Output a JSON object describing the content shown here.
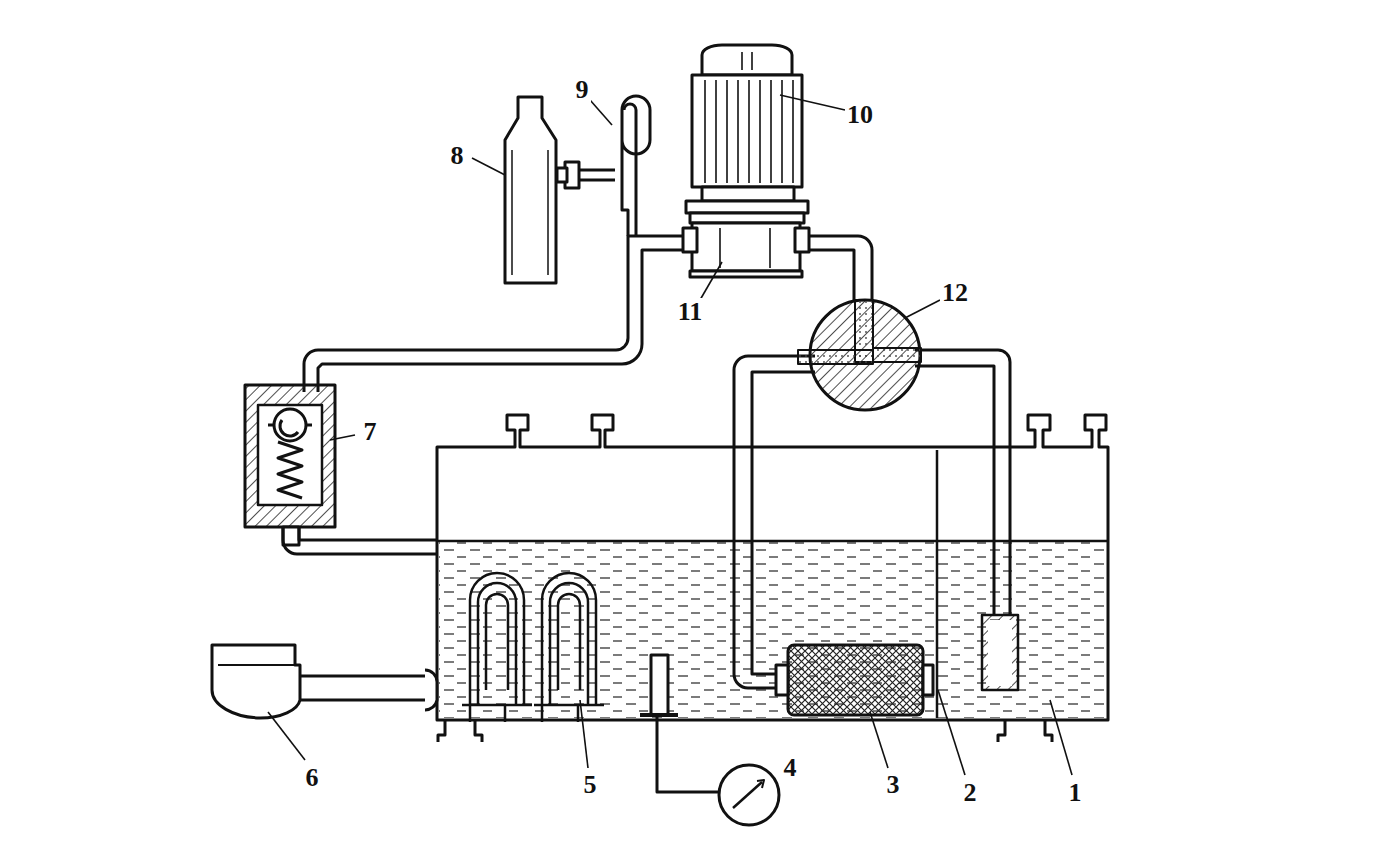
{
  "diagram": {
    "labels": [
      "10",
      "9",
      "8",
      "11",
      "12",
      "7",
      "6",
      "5",
      "4",
      "3",
      "2",
      "1"
    ]
  }
}
